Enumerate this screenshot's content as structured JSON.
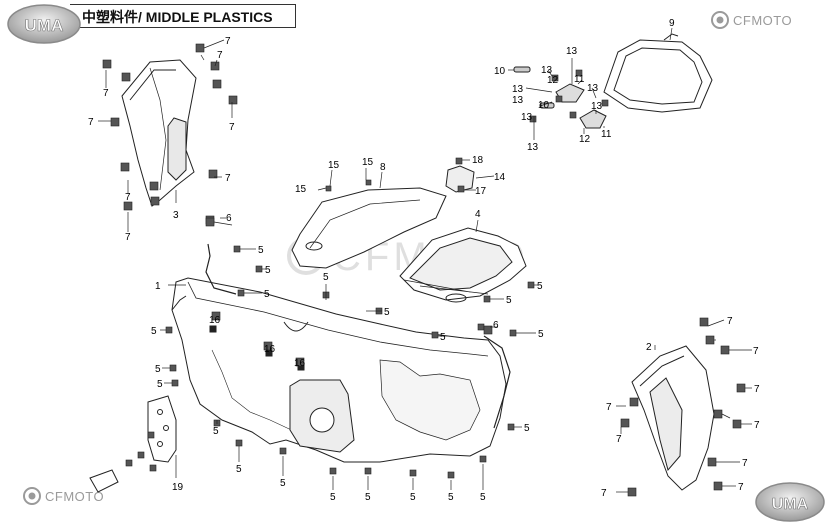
{
  "title": "中塑料件/ MIDDLE PLASTICS",
  "brand_top_left": "UMA",
  "brand_top_right": "CFMOTO",
  "brand_bottom_left": "CFMOTO",
  "brand_bottom_right": "UMA",
  "watermark": "CFMOTO",
  "callouts": [
    "1",
    "2",
    "3",
    "4",
    "5",
    "6",
    "7",
    "8",
    "9",
    "10",
    "11",
    "12",
    "13",
    "14",
    "15",
    "16",
    "17",
    "18",
    "19"
  ]
}
